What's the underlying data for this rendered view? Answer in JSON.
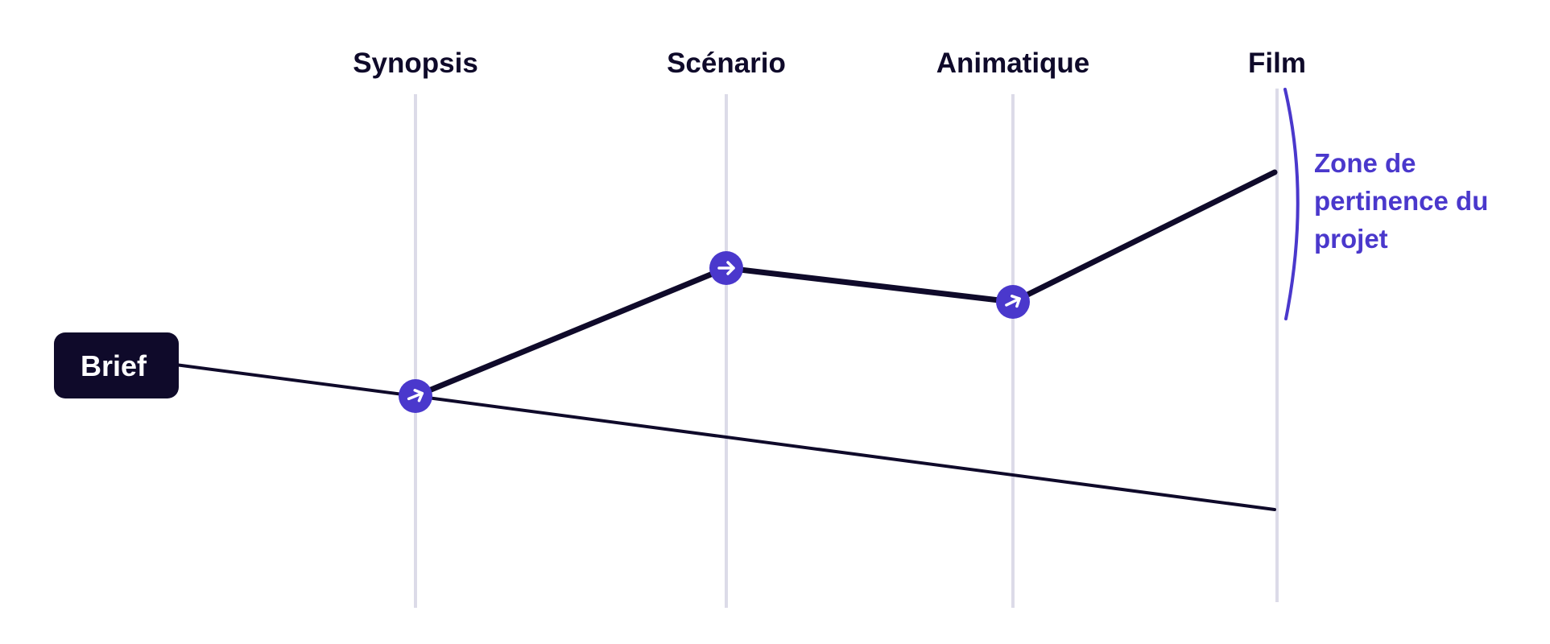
{
  "stages": [
    {
      "label": "Synopsis"
    },
    {
      "label": "Scénario"
    },
    {
      "label": "Animatique"
    },
    {
      "label": "Film"
    }
  ],
  "start": {
    "label": "Brief"
  },
  "zone": {
    "lines": [
      "Zone de",
      "pertinence du",
      "projet"
    ]
  },
  "icons": {
    "step_marker": "arrow-right-icon"
  },
  "colors": {
    "ink": "#0f0a2a",
    "accent": "#4a38cc",
    "guide": "#dcdbe8",
    "background": "#ffffff"
  }
}
